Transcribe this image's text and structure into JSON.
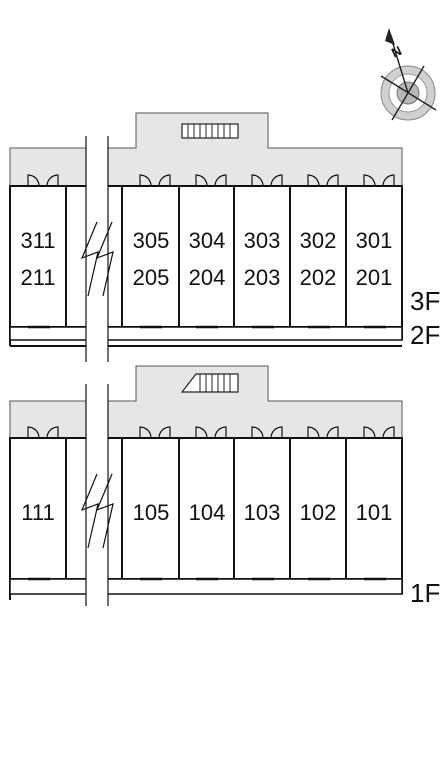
{
  "compass": {
    "north_label": "N"
  },
  "upper_block": {
    "units": [
      {
        "top": "311",
        "bottom": "211"
      },
      {
        "top": "",
        "bottom": ""
      },
      {
        "top": "305",
        "bottom": "205"
      },
      {
        "top": "304",
        "bottom": "204"
      },
      {
        "top": "303",
        "bottom": "203"
      },
      {
        "top": "302",
        "bottom": "202"
      },
      {
        "top": "301",
        "bottom": "201"
      }
    ],
    "floor_labels": [
      "3F",
      "2F"
    ]
  },
  "lower_block": {
    "units": [
      {
        "top": "111",
        "bottom": ""
      },
      {
        "top": "",
        "bottom": ""
      },
      {
        "top": "105",
        "bottom": ""
      },
      {
        "top": "104",
        "bottom": ""
      },
      {
        "top": "103",
        "bottom": ""
      },
      {
        "top": "102",
        "bottom": ""
      },
      {
        "top": "101",
        "bottom": ""
      }
    ],
    "floor_labels": [
      "1F"
    ]
  }
}
